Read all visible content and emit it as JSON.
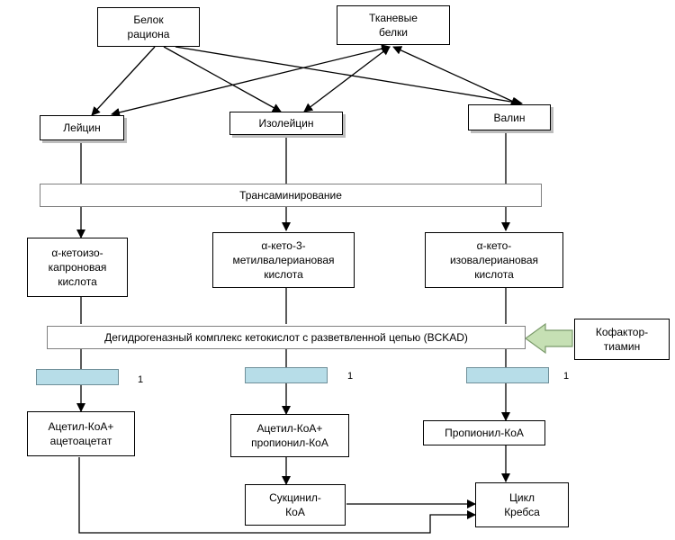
{
  "nodes": {
    "diet_protein": "Белок\nрациона",
    "tissue_protein": "Тканевые\nбелки",
    "leucine": "Лейцин",
    "isoleucine": "Изолейцин",
    "valine": "Валин",
    "transamination": "Трансаминирование",
    "keto_leu": "α-кетоизо-\nкапроновая\nкислота",
    "keto_ile": "α-кето-3-\nметилвалериановая\nкислота",
    "keto_val": "α-кето-\nизовалериановая\nкислота",
    "bckad": "Дегидрогеназный комплекс кетокислот с разветвленной цепью (BCKAD)",
    "cofactor": "Кофактор-\nтиамин",
    "prod_leu": "Ацетил-КоА+\nацетоацетат",
    "prod_ile": "Ацетил-КоА+\nпропионил-КоА",
    "prod_val": "Пропионил-КоА",
    "succinyl": "Сукцинил-\nКоА",
    "krebs": "Цикл\nКребса"
  },
  "enzyme_labels": [
    "1",
    "1",
    "1"
  ],
  "colors": {
    "enzyme_fill": "#b7dde8",
    "arrow_fill": "#c6e0b4",
    "line": "#000000"
  }
}
